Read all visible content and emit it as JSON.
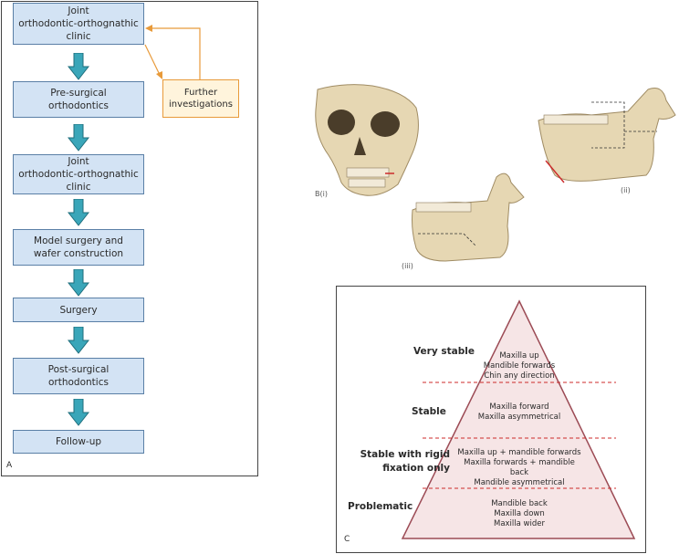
{
  "panel_a": {
    "label": "A",
    "steps": [
      "Joint\northodontic-orthognathic\nclinic",
      "Pre-surgical\northodontics",
      "Joint\northodontic-orthognathic\nclinic",
      "Model surgery and\nwafer construction",
      "Surgery",
      "Post-surgical\northodontics",
      "Follow-up"
    ],
    "side_box": "Further\ninvestigations"
  },
  "panel_b": {
    "label_i": "B(i)",
    "label_ii": "(ii)",
    "label_iii": "(iii)"
  },
  "panel_c": {
    "label": "C",
    "tiers": [
      {
        "label": "Very stable",
        "items": "Maxilla up\nMandible forwards\nChin any direction"
      },
      {
        "label": "Stable",
        "items": "Maxilla forward\nMaxilla asymmetrical"
      },
      {
        "label": "Stable with rigid\nfixation only",
        "items": "Maxilla up + mandible forwards\nMaxilla forwards + mandible back\nMandible asymmetrical"
      },
      {
        "label": "Problematic",
        "items": "Mandible back\nMaxilla down\nMaxilla wider"
      }
    ]
  },
  "colors": {
    "flow_box": "#d3e3f4",
    "arrow": "#3aa6b9",
    "side_box_border": "#e89a3a",
    "pyramid_fill": "#f6e5e6",
    "pyramid_line": "#9c4b55",
    "dash": "#cc2b2b"
  }
}
